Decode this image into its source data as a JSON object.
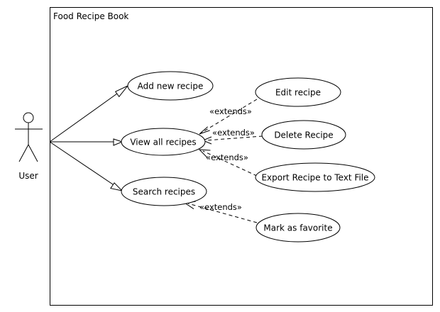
{
  "system": {
    "title": "Food Recipe Book"
  },
  "actor": {
    "name": "User",
    "icon": "stick-figure-actor-icon"
  },
  "use_cases": {
    "add": "Add new recipe",
    "view": "View all recipes",
    "search": "Search recipes",
    "edit": "Edit recipe",
    "delete": "Delete Recipe",
    "export": "Export Recipe to Text File",
    "favorite": "Mark as favorite"
  },
  "relations": {
    "extends_label": "«extends»",
    "associations": [
      {
        "from": "User",
        "to": "Add new recipe"
      },
      {
        "from": "User",
        "to": "View all recipes"
      },
      {
        "from": "User",
        "to": "Search recipes"
      }
    ],
    "extends": [
      {
        "from": "Edit recipe",
        "to": "View all recipes"
      },
      {
        "from": "Delete Recipe",
        "to": "View all recipes"
      },
      {
        "from": "Export Recipe to Text File",
        "to": "View all recipes"
      },
      {
        "from": "Mark as favorite",
        "to": "Search recipes"
      }
    ]
  }
}
